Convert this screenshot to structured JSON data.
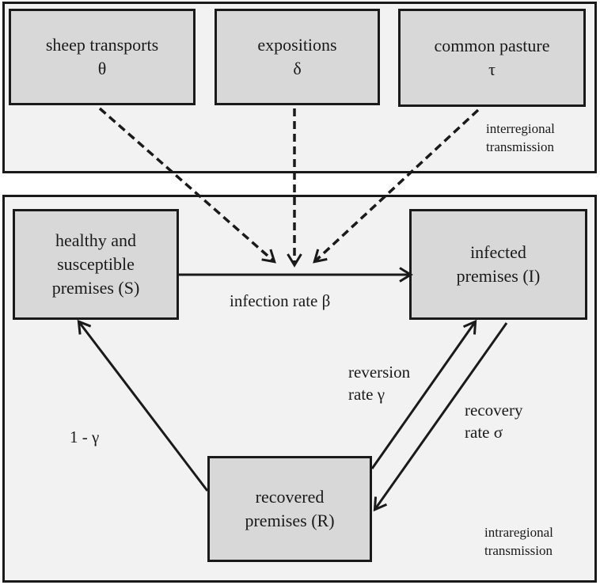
{
  "sources": [
    {
      "label": "sheep transports",
      "symbol": "θ"
    },
    {
      "label": "expositions",
      "symbol": "δ"
    },
    {
      "label": "common pasture",
      "symbol": "τ"
    }
  ],
  "interregional_note": [
    "interregional",
    "transmission"
  ],
  "intraregional_note": [
    "intraregional",
    "transmission"
  ],
  "compartments": {
    "susceptible": [
      "healthy and",
      "susceptible",
      "premises (S)"
    ],
    "infected": [
      "infected",
      "premises (I)"
    ],
    "recovered": [
      "recovered",
      "premises (R)"
    ]
  },
  "rates": {
    "infection": "infection rate β",
    "reversion": [
      "reversion",
      "rate γ"
    ],
    "recovery": [
      "recovery",
      "rate σ"
    ],
    "return": "1 - γ"
  }
}
